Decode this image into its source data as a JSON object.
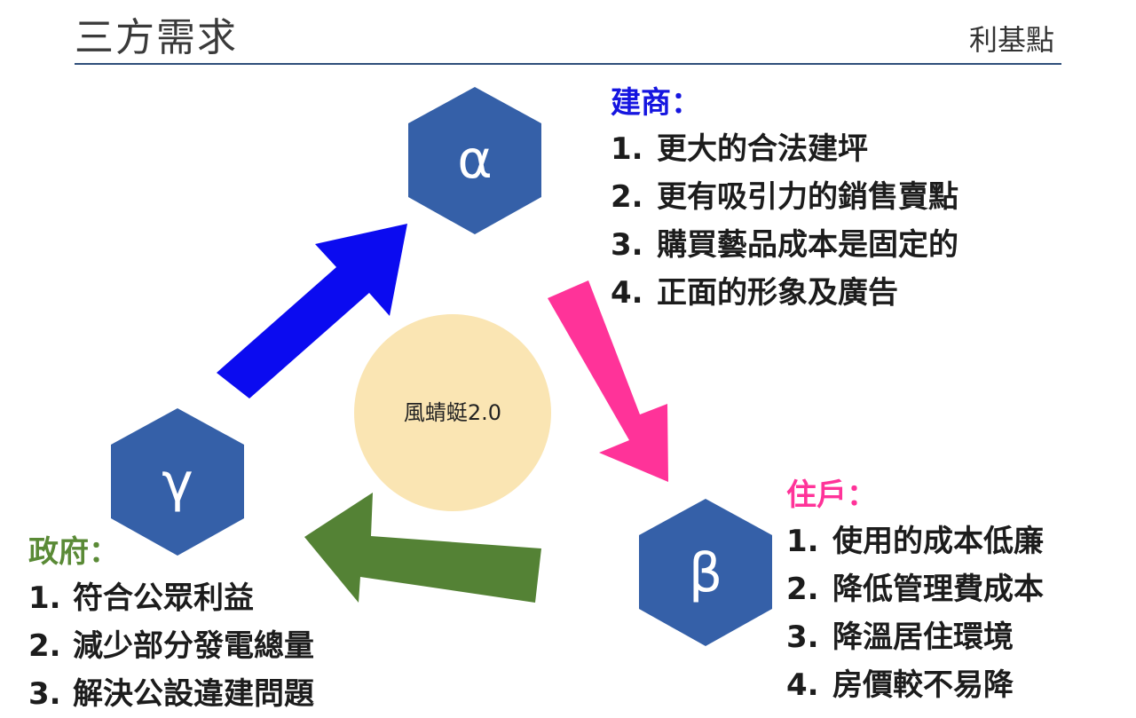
{
  "header": {
    "title": "三方需求",
    "brand": "利基點"
  },
  "center": {
    "label": "風蜻蜓2.0"
  },
  "nodes": {
    "alpha": "α",
    "beta": "β",
    "gamma": "γ"
  },
  "builder": {
    "heading": "建商：",
    "items": [
      "更大的合法建坪",
      "更有吸引力的銷售賣點",
      "購買藝品成本是固定的",
      "正面的形象及廣告"
    ]
  },
  "resident": {
    "heading": "住戶：",
    "items": [
      "使用的成本低廉",
      "降低管理費成本",
      "降溫居住環境",
      "房價較不易降"
    ]
  },
  "government": {
    "heading": "政府：",
    "items": [
      "符合公眾利益",
      "減少部分發電總量",
      "解決公設違建問題"
    ]
  },
  "colors": {
    "hex_fill": "#3560a8",
    "center_fill": "#fae5b3",
    "arrow_blue": "#0b0bf0",
    "arrow_pink": "#ff3399",
    "arrow_green": "#548235",
    "heading_blue": "#1515e0",
    "heading_pink": "#ff3399",
    "heading_green": "#5a8a36",
    "rule": "#2f4f7a"
  }
}
